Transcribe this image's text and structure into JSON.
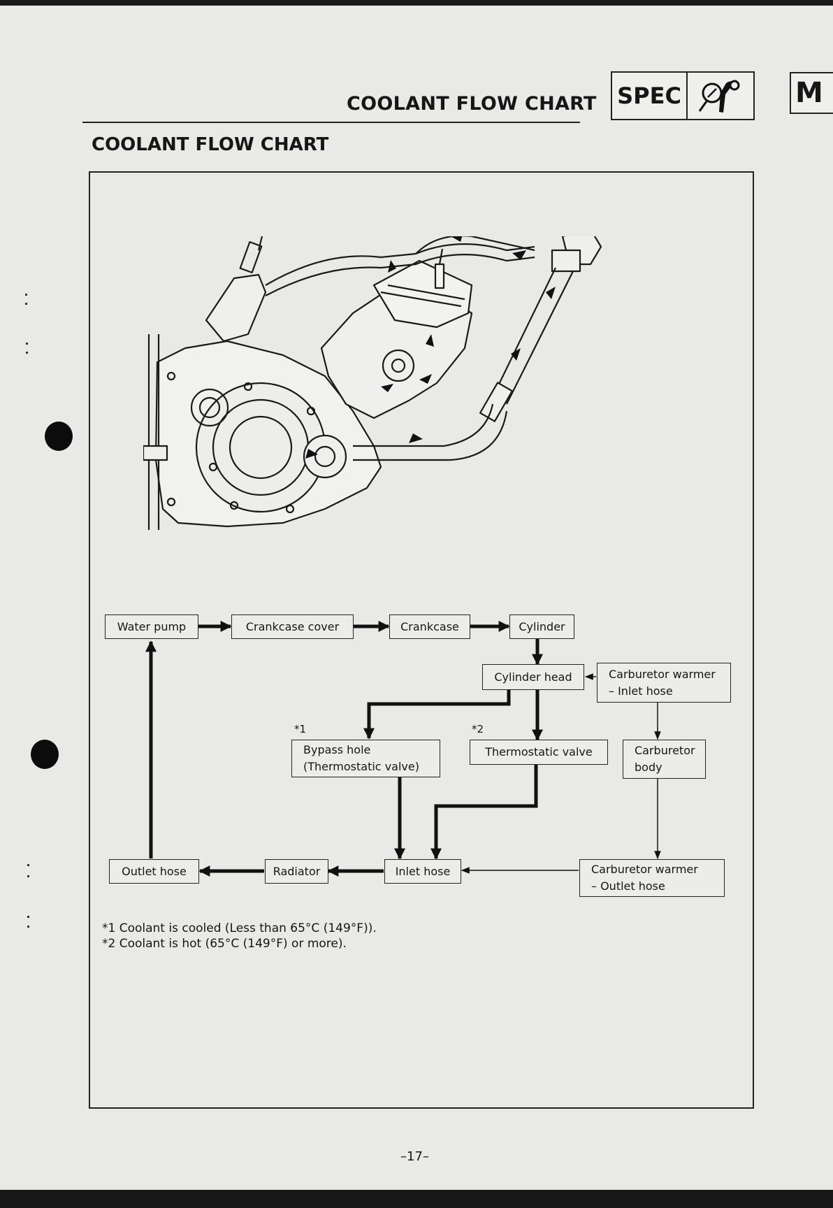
{
  "header": {
    "title": "COOLANT FLOW CHART",
    "spec_label": "SPEC",
    "spec_icon": "gauge-wrench-icon",
    "section_tab": "M"
  },
  "section_title": "COOLANT FLOW CHART",
  "illustration": {
    "icon": "engine-cooling-illustration"
  },
  "flow": {
    "water_pump": "Water pump",
    "crankcase_cover": "Crankcase cover",
    "crankcase": "Crankcase",
    "cylinder": "Cylinder",
    "cylinder_head": "Cylinder head",
    "carb_warmer_inlet": "Carburetor warmer\n– Inlet hose",
    "bypass_hole": "Bypass hole\n(Thermostatic valve)",
    "thermostatic_valve": "Thermostatic valve",
    "carb_body": "Carburetor\nbody",
    "outlet_hose": "Outlet hose",
    "radiator": "Radiator",
    "inlet_hose": "Inlet hose",
    "carb_warmer_outlet": "Carburetor warmer\n– Outlet hose",
    "marker_1": "*1",
    "marker_2": "*2"
  },
  "notes": [
    "*1 Coolant is cooled (Less than 65°C (149°F)).",
    "*2 Coolant is hot (65°C (149°F) or more)."
  ],
  "page_number": "–17–"
}
